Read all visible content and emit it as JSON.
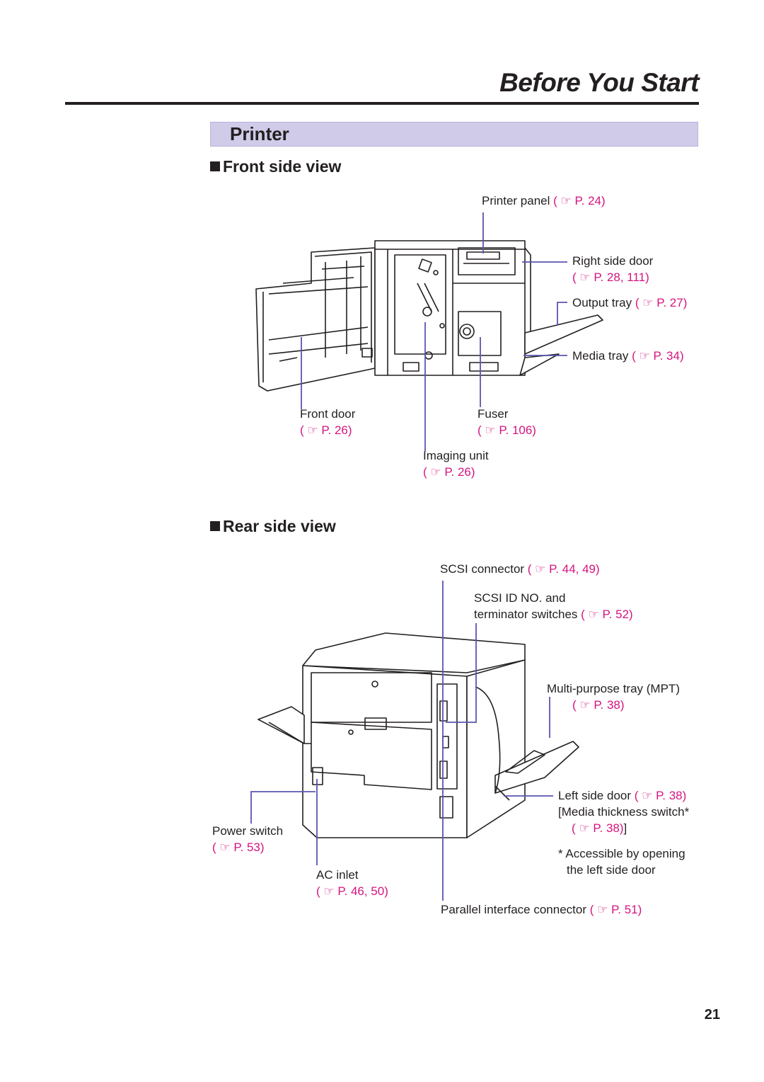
{
  "header": {
    "chapter_title": "Before You Start"
  },
  "section": {
    "title": "Printer"
  },
  "front": {
    "heading": "Front side view",
    "printer_panel": {
      "label": "Printer panel",
      "ref": "( ☞ P. 24)"
    },
    "right_side_door": {
      "label": "Right side door",
      "ref": "( ☞ P. 28, 111)"
    },
    "output_tray": {
      "label": "Output tray",
      "ref": "( ☞ P. 27)"
    },
    "media_tray": {
      "label": "Media tray",
      "ref": "( ☞ P. 34)"
    },
    "front_door": {
      "label": "Front door",
      "ref": "( ☞ P. 26)"
    },
    "fuser": {
      "label": "Fuser",
      "ref": "( ☞ P. 106)"
    },
    "imaging_unit": {
      "label": "Imaging unit",
      "ref": "( ☞ P. 26)"
    }
  },
  "rear": {
    "heading": "Rear side view",
    "scsi_connector": {
      "label": "SCSI connector",
      "ref": "( ☞ P. 44, 49)"
    },
    "scsi_id": {
      "label_line1": "SCSI ID NO. and",
      "label_line2": "terminator switches",
      "ref": "( ☞ P. 52)"
    },
    "mpt": {
      "label": "Multi-purpose tray (MPT)",
      "ref": "( ☞ P. 38)"
    },
    "left_side_door": {
      "label": "Left side door",
      "ref": "( ☞ P. 38)"
    },
    "media_thickness": {
      "label": "[Media thickness switch*",
      "ref": "( ☞ P. 38)",
      "bracket_close": "]"
    },
    "power_switch": {
      "label": "Power switch",
      "ref": "( ☞ P. 53)"
    },
    "ac_inlet": {
      "label": "AC inlet",
      "ref": "( ☞ P. 46, 50)"
    },
    "footnote_line1": "* Accessible by opening",
    "footnote_line2": "the left side door",
    "parallel": {
      "label": "Parallel interface connector",
      "ref": "( ☞ P. 51)"
    }
  },
  "footer": {
    "page_number": "21"
  },
  "colors": {
    "leader": "#5a55b0",
    "ref": "#d4147f",
    "band": "#cfcbe8"
  }
}
